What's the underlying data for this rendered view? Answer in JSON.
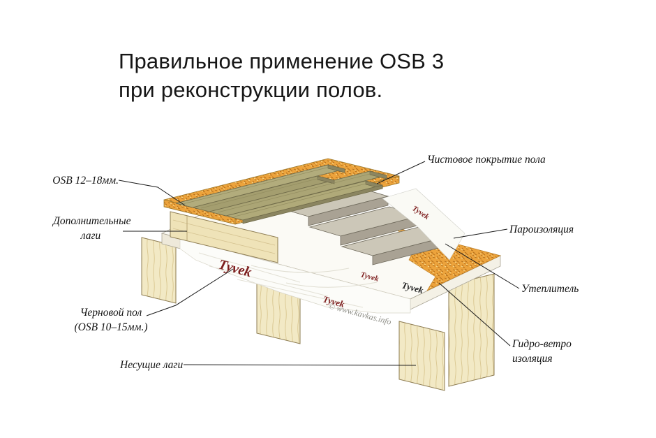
{
  "title": {
    "line1": "Правильное применение OSB 3",
    "line2": "при реконструкции полов."
  },
  "labels": {
    "osb_top": "OSB 12–18мм.",
    "dop_lagi_1": "Дополнительные",
    "dop_lagi_2": "лаги",
    "chernovoy_1": "Черновой пол",
    "chernovoy_2": "(OSB 10–15мм.)",
    "nesushie": "Несущие лаги",
    "chistovoe": "Чистовое покрытие пола",
    "paroizol": "Пароизоляция",
    "uteplitel": "Утеплитель",
    "gidro_1": "Гидро-ветро",
    "gidro_2": "изоляция"
  },
  "diagram": {
    "membrane_brand": "Tyvek",
    "watermark": "© www.kavkas.info"
  },
  "colors": {
    "osb_orange": "#eca33c",
    "wood_light": "#f2e9c5",
    "plank_green": "#aba575",
    "insulation_gray": "#ccc7b8",
    "membrane_white": "#fcfcf9",
    "tyvek_red": "#7d1d1d",
    "line_black": "#1a1a1a"
  }
}
